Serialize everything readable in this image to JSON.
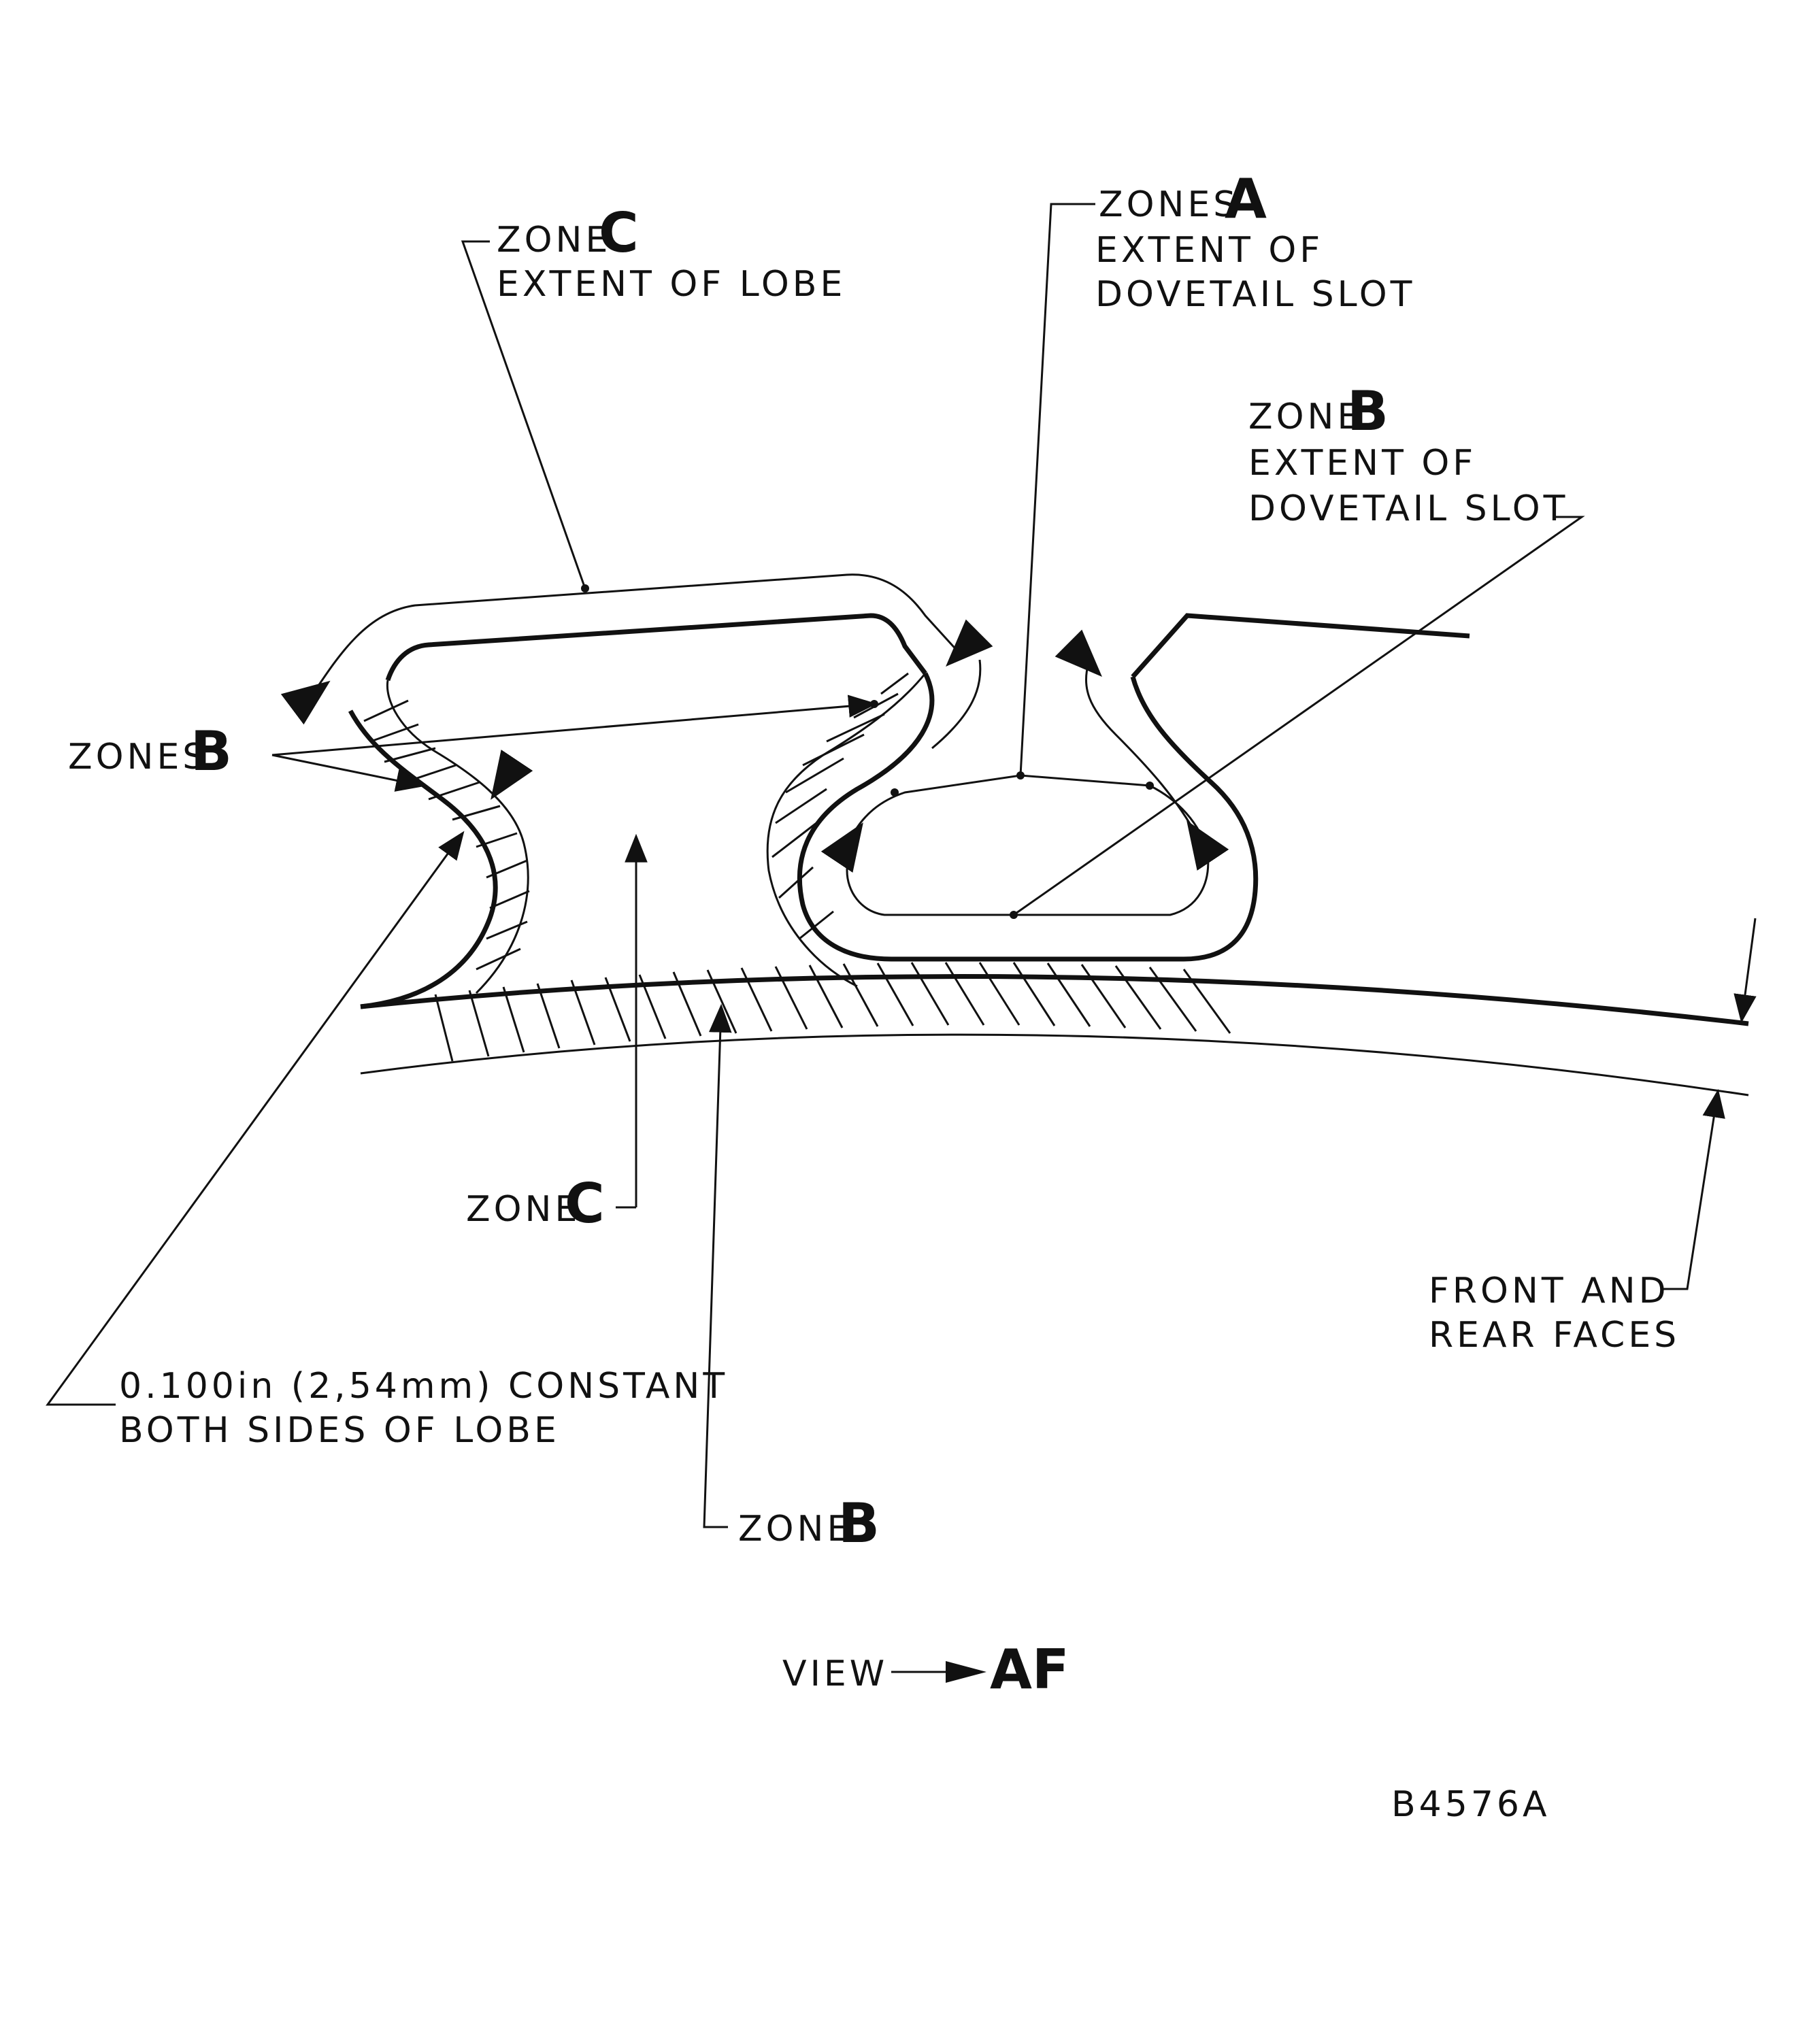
{
  "labels": {
    "zones_a": {
      "prefix": "ZONES",
      "letter": "A",
      "line1": "EXTENT OF",
      "line2": "DOVETAIL SLOT"
    },
    "zone_c_top": {
      "prefix": "ZONE",
      "letter": "C",
      "line1": "EXTENT OF LOBE"
    },
    "zone_b_right": {
      "prefix": "ZONE",
      "letter": "B",
      "line1": "EXTENT OF",
      "line2": "DOVETAIL SLOT"
    },
    "zones_b_left": {
      "prefix": "ZONES",
      "letter": "B"
    },
    "zone_c_mid": {
      "prefix": "ZONE",
      "letter": "C"
    },
    "front_rear": {
      "line1": "FRONT AND",
      "line2": "REAR FACES"
    },
    "constant": {
      "line1": "0.100in (2,54mm) CONSTANT",
      "line2": "BOTH SIDES OF LOBE"
    },
    "zone_b_bottom": {
      "prefix": "ZONE",
      "letter": "B"
    },
    "view": {
      "prefix": "VIEW",
      "target": "AF"
    },
    "ref_code": "B4576A"
  }
}
